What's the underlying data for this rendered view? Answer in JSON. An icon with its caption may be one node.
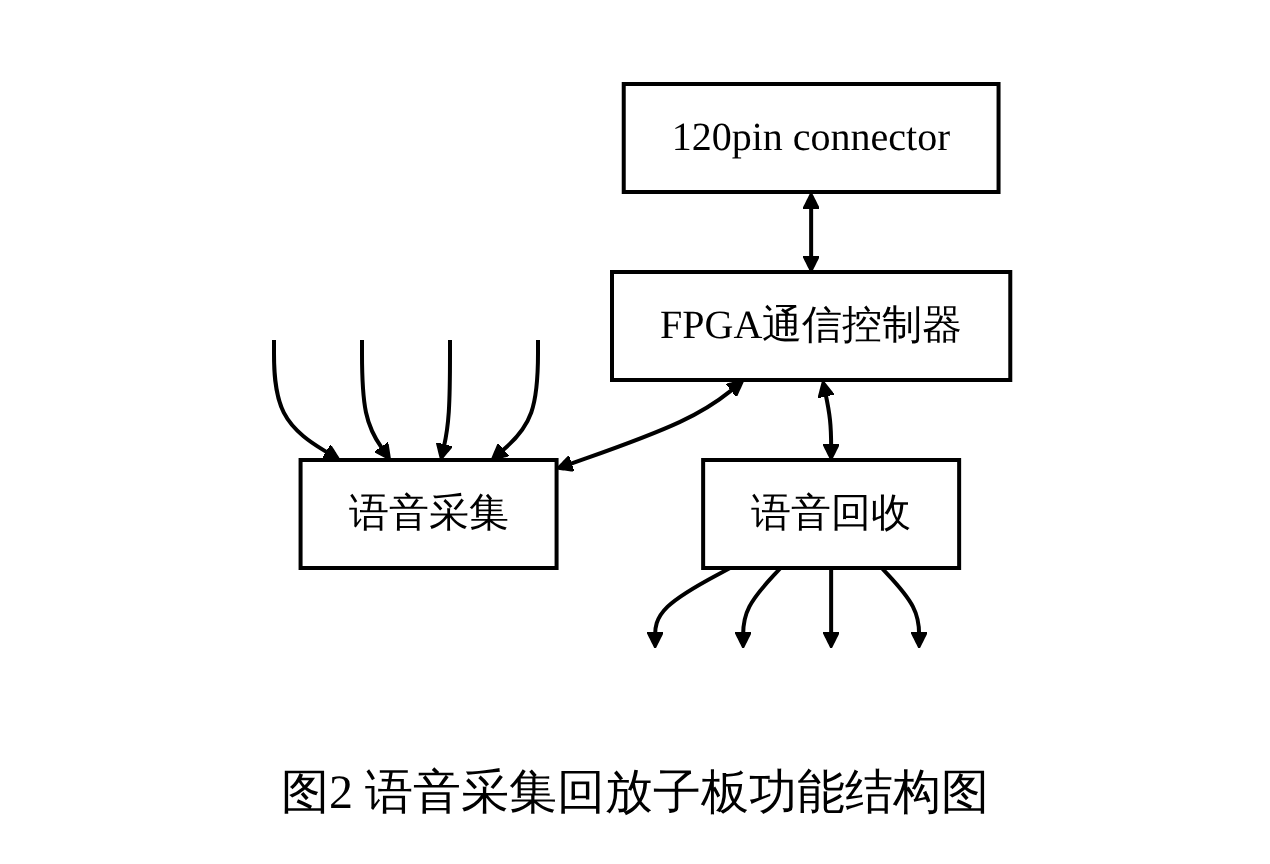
{
  "diagram": {
    "caption": "图2 语音采集回放子板功能结构图",
    "nodes": [
      {
        "text": [
          "120pin connector"
        ]
      },
      {
        "text": [
          "FPGA通信控制器"
        ]
      },
      {
        "text": [
          "语音采集"
        ]
      },
      {
        "text": [
          "语音回收"
        ]
      }
    ],
    "edges": [
      {
        "from": 0,
        "to": 1,
        "arrow": "both"
      },
      {
        "from": 1,
        "to": 2,
        "arrow": "both"
      },
      {
        "from": 1,
        "to": 3,
        "arrow": "both"
      },
      {
        "from": null,
        "to": 2,
        "arrow": "to"
      },
      {
        "from": null,
        "to": 2,
        "arrow": "to"
      },
      {
        "from": null,
        "to": 2,
        "arrow": "to"
      },
      {
        "from": null,
        "to": 2,
        "arrow": "to"
      },
      {
        "from": 3,
        "to": null,
        "arrow": "to"
      },
      {
        "from": 3,
        "to": null,
        "arrow": "to"
      },
      {
        "from": 3,
        "to": null,
        "arrow": "to"
      },
      {
        "from": 3,
        "to": null,
        "arrow": "to"
      }
    ]
  }
}
